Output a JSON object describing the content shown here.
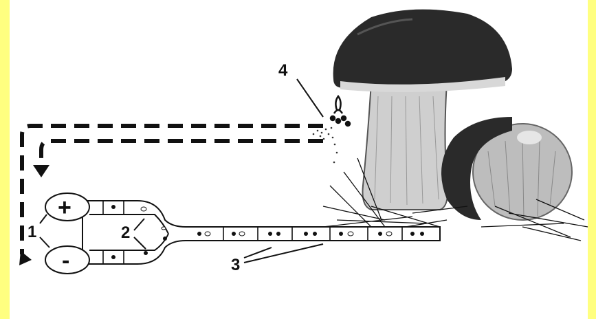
{
  "labels": {
    "spore_cell_plus": "+",
    "spore_cell_minus": "-",
    "label_1": "1",
    "label_2": "2",
    "label_3": "3",
    "label_4": "4"
  },
  "colors": {
    "border": "#ffff80",
    "background": "#ffffff",
    "ink": "#111111",
    "cap": "#2a2a2a",
    "stem": "#cfcfcf"
  }
}
